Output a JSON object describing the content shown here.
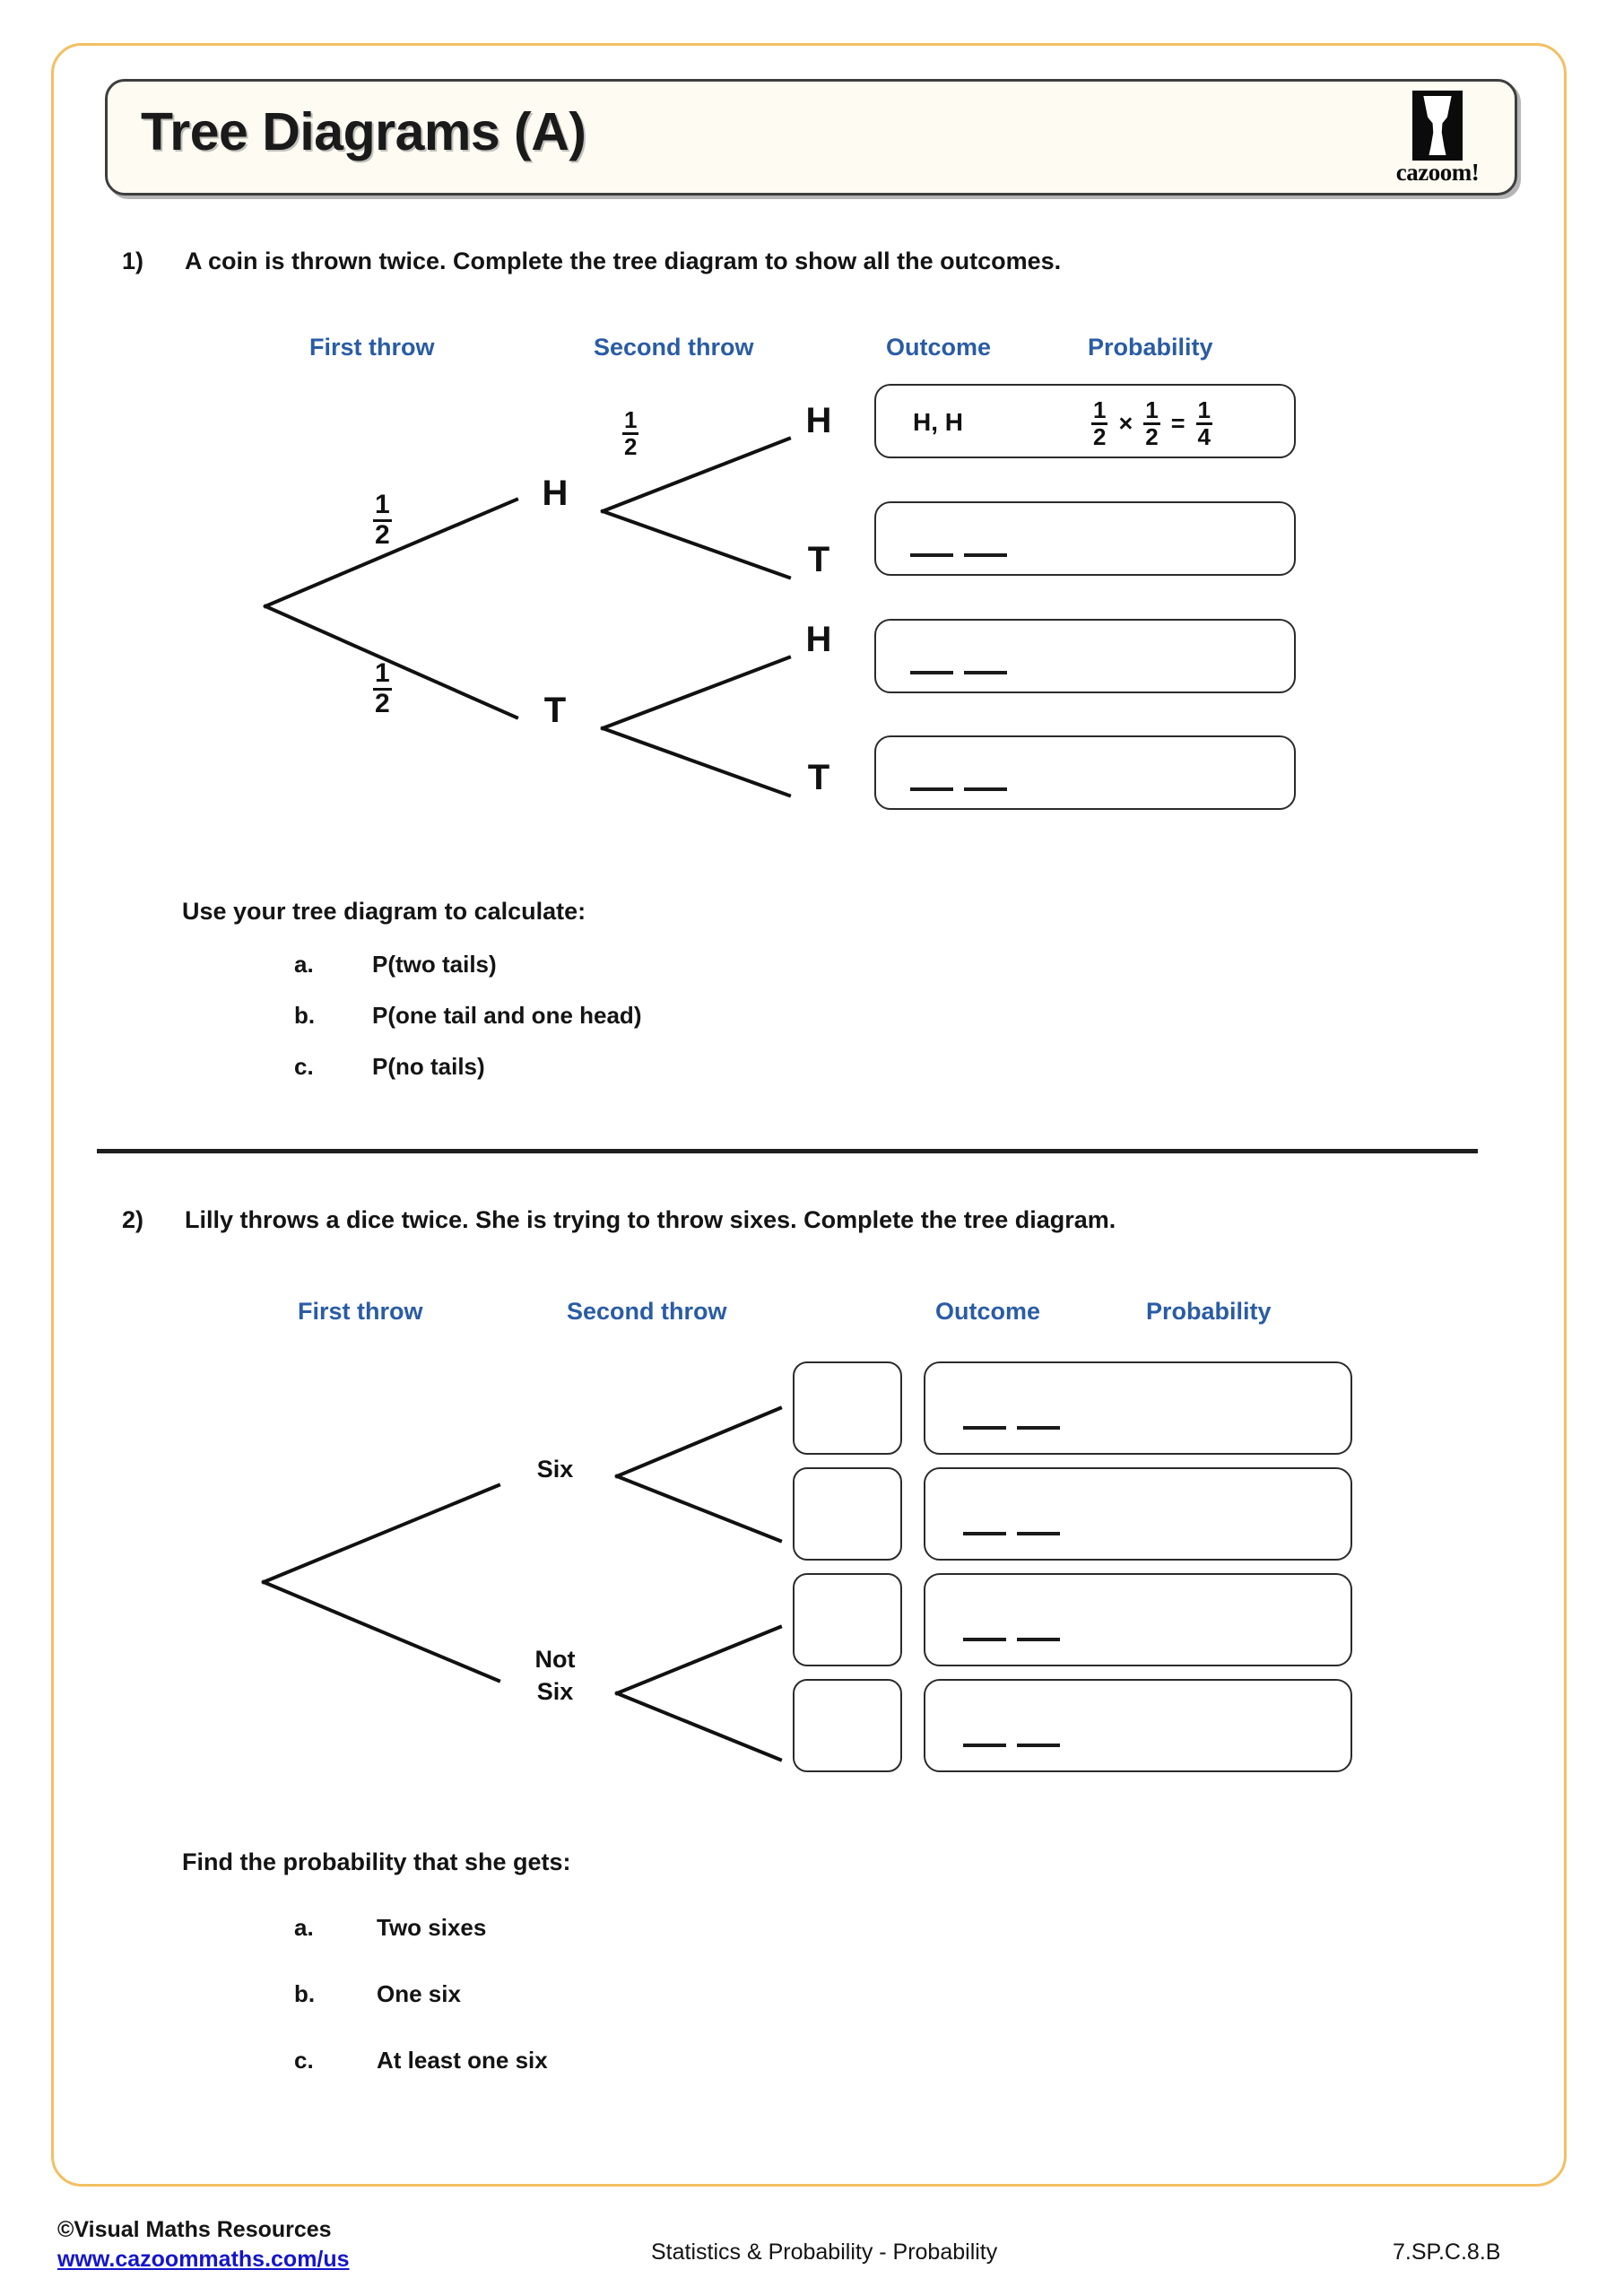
{
  "page": {
    "title": "Tree Diagrams (A)",
    "border_color": "#F3BF63",
    "accent_blue": "#2A5CA5"
  },
  "logo": {
    "wordmark": "cazoom!",
    "icon": "hourglass-goblet"
  },
  "questions": [
    {
      "number": "1)",
      "text": "A coin is thrown twice. Complete the tree diagram to show all the outcomes.",
      "columns": {
        "first": "First throw",
        "second": "Second throw",
        "outcome": "Outcome",
        "probability": "Probability"
      },
      "tree": {
        "level1": [
          {
            "label": "H",
            "prob_num": "1",
            "prob_den": "2"
          },
          {
            "label": "T",
            "prob_num": "1",
            "prob_den": "2"
          }
        ],
        "level2": [
          {
            "label": "H",
            "prob_num": "1",
            "prob_den": "2"
          },
          {
            "label": "T",
            "prob_num": "",
            "prob_den": ""
          },
          {
            "label": "H",
            "prob_num": "",
            "prob_den": ""
          },
          {
            "label": "T",
            "prob_num": "",
            "prob_den": ""
          }
        ]
      },
      "rows": [
        {
          "filled": true,
          "outcome": "H, H",
          "p1_num": "1",
          "p1_den": "2",
          "operator": "×",
          "p2_num": "1",
          "p2_den": "2",
          "equals": "=",
          "result_num": "1",
          "result_den": "4"
        },
        {
          "filled": false,
          "outcome": "",
          "blanks": 2
        },
        {
          "filled": false,
          "outcome": "",
          "blanks": 2
        },
        {
          "filled": false,
          "outcome": "",
          "blanks": 2
        }
      ],
      "prompt": "Use your tree diagram to calculate:",
      "parts": [
        {
          "label": "a.",
          "text": "P(two tails)"
        },
        {
          "label": "b.",
          "text": "P(one tail and one head)"
        },
        {
          "label": "c.",
          "text": "P(no tails)"
        }
      ]
    },
    {
      "number": "2)",
      "text": "Lilly throws a dice twice. She is trying to throw sixes. Complete the tree diagram.",
      "columns": {
        "first": "First throw",
        "second": "Second throw",
        "outcome": "Outcome",
        "probability": "Probability"
      },
      "tree": {
        "level1": [
          {
            "label_line1": "Six",
            "label_line2": ""
          },
          {
            "label_line1": "Not",
            "label_line2": "Six"
          }
        ],
        "level2": [
          {
            "label": ""
          },
          {
            "label": ""
          },
          {
            "label": ""
          },
          {
            "label": ""
          }
        ]
      },
      "rows": [
        {
          "filled": false,
          "outcome": "",
          "blanks": 2
        },
        {
          "filled": false,
          "outcome": "",
          "blanks": 2
        },
        {
          "filled": false,
          "outcome": "",
          "blanks": 2
        },
        {
          "filled": false,
          "outcome": "",
          "blanks": 2
        }
      ],
      "prompt": "Find the probability that she gets:",
      "parts": [
        {
          "label": "a.",
          "text": "Two sixes"
        },
        {
          "label": "b.",
          "text": "One six"
        },
        {
          "label": "c.",
          "text": "At least one six"
        }
      ]
    }
  ],
  "footer": {
    "copyright": "©Visual Maths Resources",
    "url": "www.cazoommaths.com/us",
    "center": "Statistics & Probability - Probability",
    "code": "7.SP.C.8.B"
  }
}
